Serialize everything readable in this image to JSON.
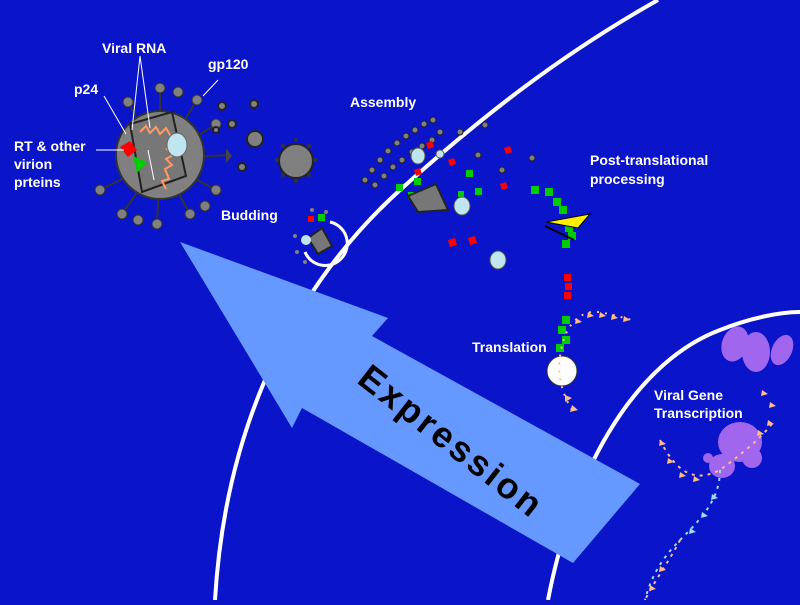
{
  "labels": {
    "viral_rna": "Viral RNA",
    "gp120": "gp120",
    "p24": "p24",
    "rt_line1": "RT & other",
    "rt_line2": "virion",
    "rt_line3": "prteins",
    "assembly": "Assembly",
    "budding": "Budding",
    "post_line1": "Post-translational",
    "post_line2": "processing",
    "translation": "Translation",
    "transcription_line1": "Viral Gene",
    "transcription_line2": "Transcription",
    "expression": "Expression"
  },
  "colors": {
    "background": "#0a14c8",
    "membrane": "#ffffff",
    "arrow": "#6699ff",
    "virion": "#808080",
    "protein_red": "#ff0000",
    "protein_green": "#00cc00",
    "light_blue": "#bfe6ee",
    "purple": "#a066ee",
    "peach": "#ffbb88",
    "cyan": "#99ddee",
    "yellow": "#ffee00"
  }
}
